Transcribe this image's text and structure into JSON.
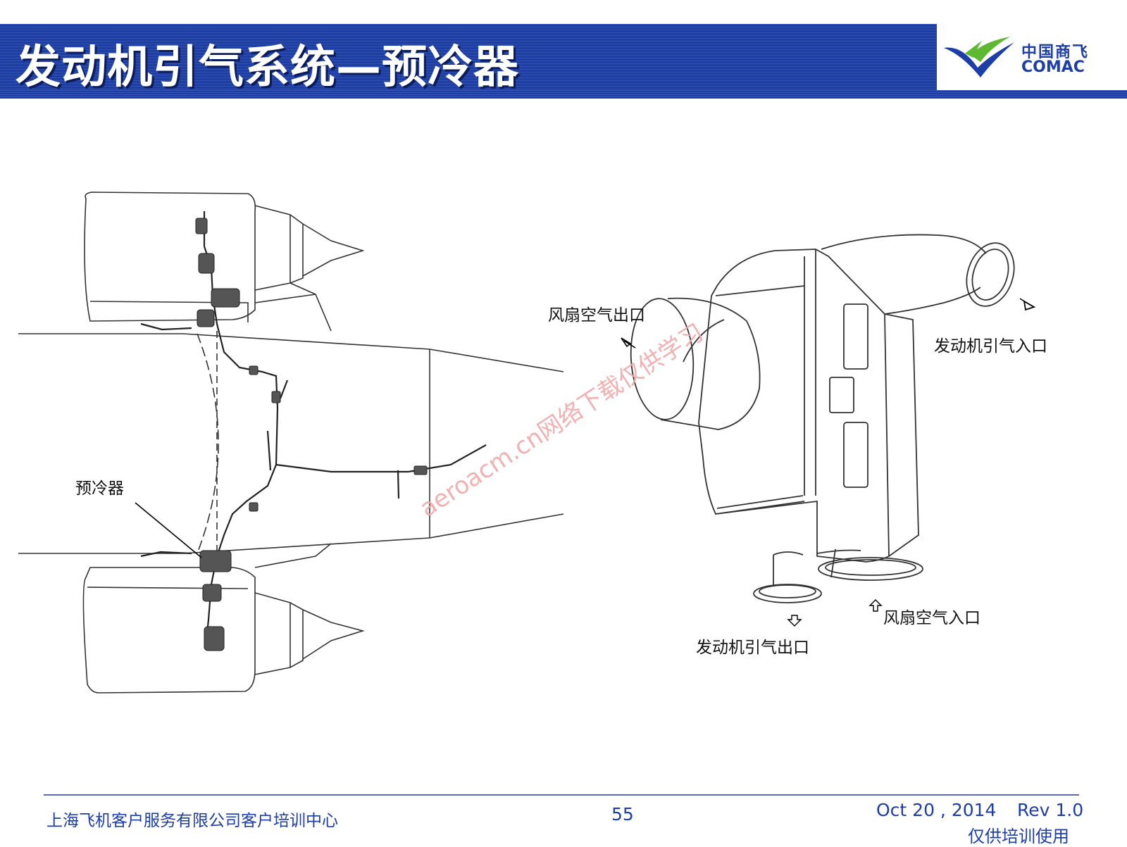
{
  "slide": {
    "title": "发动机引气系统—预冷器",
    "logo": {
      "cn": "中国商飞",
      "en": "COMAC",
      "colors": {
        "blue": "#1c3ea6",
        "green": "#5fb832"
      }
    }
  },
  "left_diagram": {
    "callout_label": "预冷器"
  },
  "right_diagram": {
    "labels": {
      "fan_air_outlet": "风扇空气出口",
      "bleed_air_inlet": "发动机引气入口",
      "fan_air_inlet": "风扇空气入口",
      "bleed_air_outlet": "发动机引气出口"
    }
  },
  "watermark": "aeroacm.cn网络下载仅供学习",
  "footer": {
    "organization": "上海飞机客户服务有限公司客户培训中心",
    "page_number": "55",
    "date": "Oct 20 , 2014",
    "revision": "Rev 1.0",
    "note": "仅供培训使用"
  },
  "colors": {
    "header_blue": "#1c3ea6",
    "footer_text": "#1c3ea6",
    "watermark": "#f2a8a8"
  }
}
